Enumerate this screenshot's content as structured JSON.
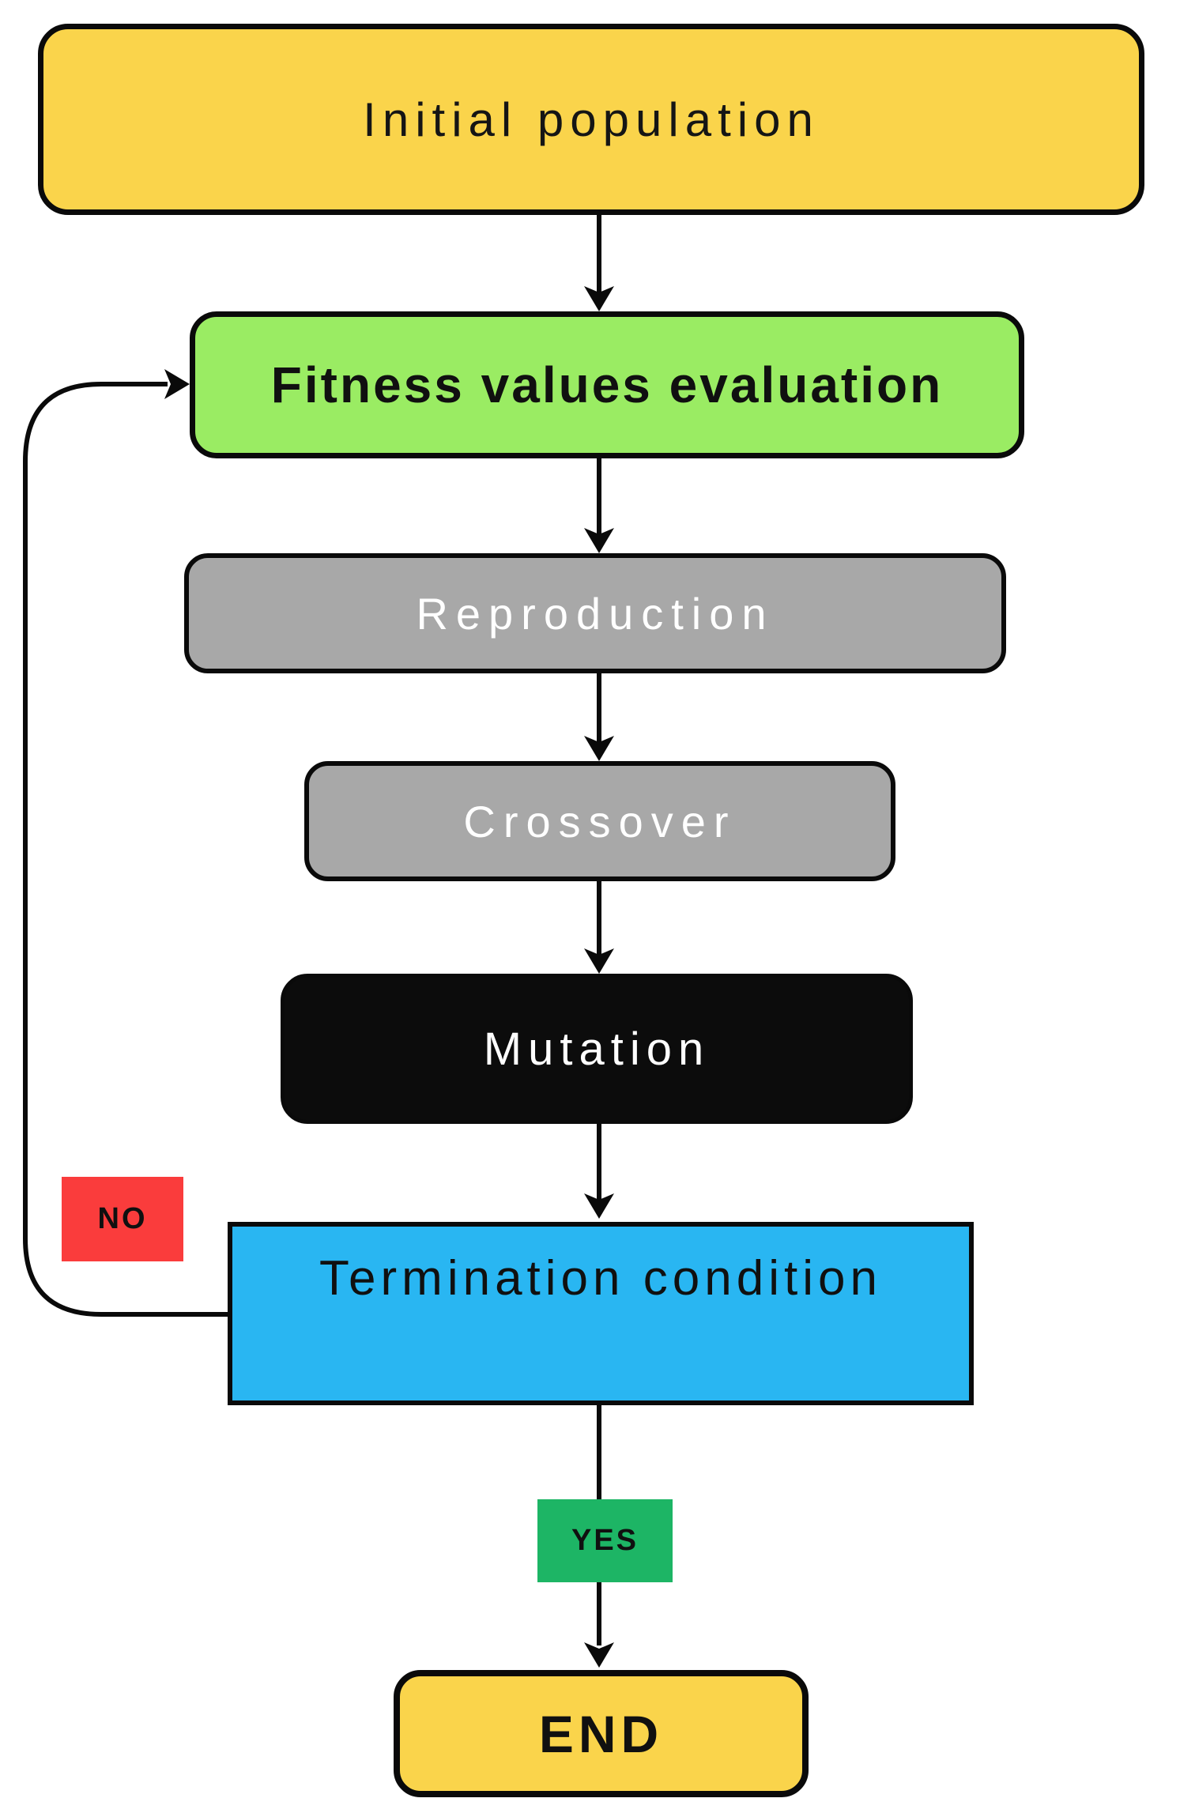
{
  "nodes": {
    "initial": {
      "label": "Initial population",
      "color": "#FAD44B",
      "text_color": "#151515"
    },
    "fitness": {
      "label": "Fitness values evaluation",
      "color": "#9AEC63",
      "text_color": "#101010"
    },
    "reproduction": {
      "label": "Reproduction",
      "color": "#A8A8A8",
      "text_color": "#FFFFFF"
    },
    "crossover": {
      "label": "Crossover",
      "color": "#A8A8A8",
      "text_color": "#FFFFFF"
    },
    "mutation": {
      "label": "Mutation",
      "color": "#0C0C0C",
      "text_color": "#FFFFFF"
    },
    "termination": {
      "label": "Termination condition",
      "color": "#29B6F2",
      "text_color": "#101010"
    },
    "end": {
      "label": "END",
      "color": "#FAD44B",
      "text_color": "#101010"
    }
  },
  "badges": {
    "no": {
      "label": "NO",
      "color": "#FA3C3C",
      "text_color": "#101010"
    },
    "yes": {
      "label": "YES",
      "color": "#1DB565",
      "text_color": "#101010"
    }
  },
  "colors": {
    "edge": "#0a0a0a",
    "background": "#FFFFFF"
  }
}
